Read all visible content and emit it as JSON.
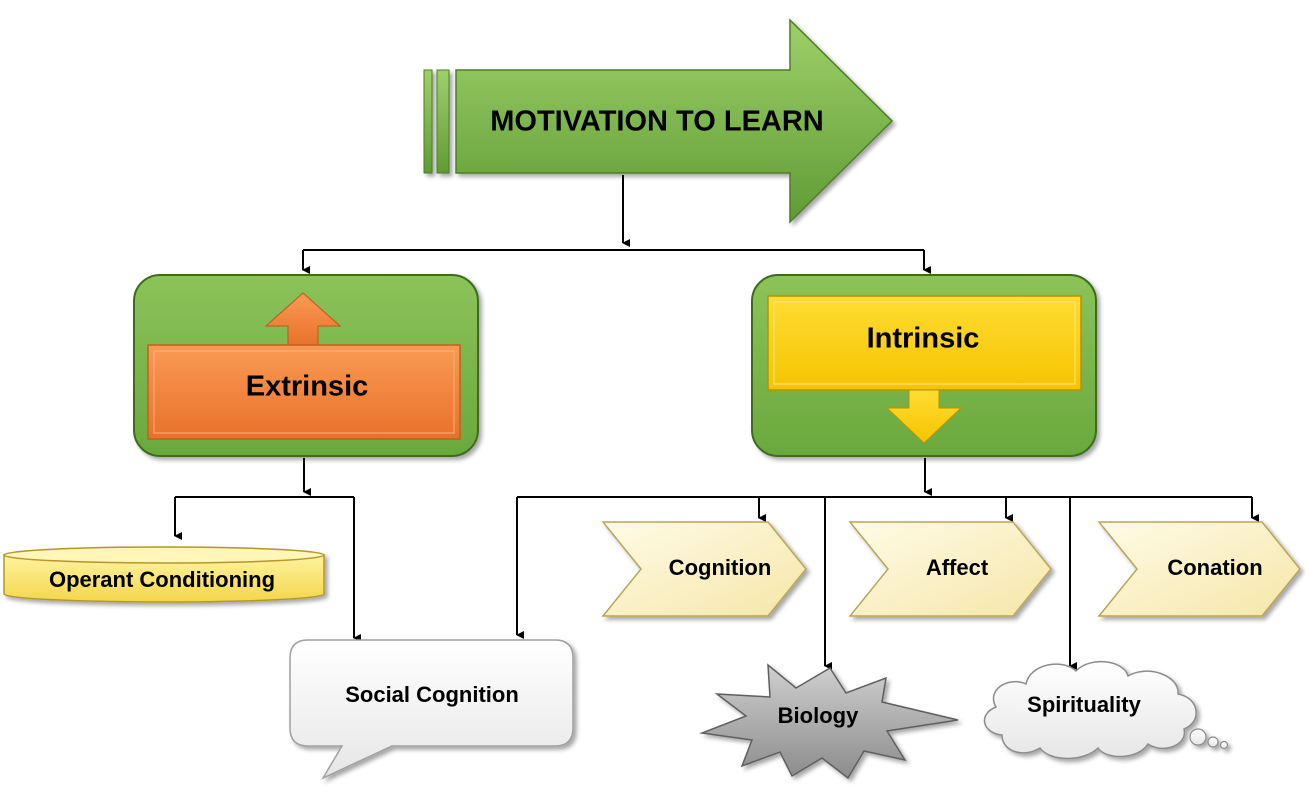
{
  "diagram": {
    "root": "MOTIVATION TO LEARN",
    "extrinsic": {
      "label": "Extrinsic",
      "children": [
        "Operant Conditioning",
        "Social Cognition"
      ]
    },
    "intrinsic": {
      "label": "Intrinsic",
      "children": [
        "Social Cognition",
        "Cognition",
        "Biology",
        "Affect",
        "Spirituality",
        "Conation"
      ]
    },
    "labels": {
      "operant": "Operant Conditioning",
      "social": "Social Cognition",
      "cognition": "Cognition",
      "affect": "Affect",
      "conation": "Conation",
      "biology": "Biology",
      "spirituality": "Spirituality"
    }
  },
  "colors": {
    "green": "#7ab648",
    "orange": "#f7883a",
    "yellow": "#ffd000",
    "cream": "#fdf4c4",
    "gray": "#a6a6a6"
  }
}
